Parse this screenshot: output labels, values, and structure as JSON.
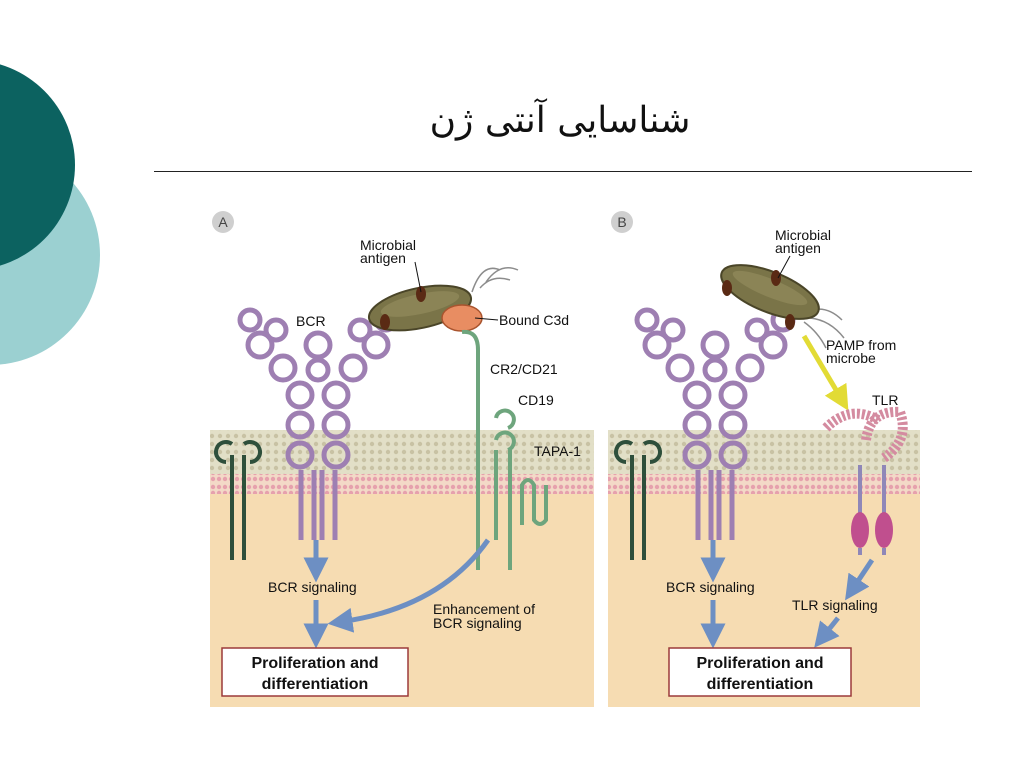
{
  "slide": {
    "title": "شناسایی آنتی ژن",
    "colors": {
      "circle_dark": "#0c6260",
      "circle_light": "#9bd0d1",
      "cytoplasm": "#f6dcb2",
      "membrane_pink": "#e9a7b2",
      "bcr": "#9e7fb2",
      "cr2": "#6ea57d",
      "arrow": "#6d8fc3",
      "pamp_arrow": "#e7e24a",
      "tlr": "#d48ba0"
    }
  },
  "panel_a": {
    "badge": "A",
    "labels": {
      "microbial_antigen": [
        "Microbial",
        "antigen"
      ],
      "bcr": "BCR",
      "bound_c3d": "Bound C3d",
      "cr2": "CR2/CD21",
      "cd19": "CD19",
      "tapa1": "TAPA-1",
      "bcr_signaling": "BCR signaling",
      "enhancement": [
        "Enhancement of",
        "BCR signaling"
      ],
      "outcome": [
        "Proliferation and",
        "differentiation"
      ]
    }
  },
  "panel_b": {
    "badge": "B",
    "labels": {
      "microbial_antigen": [
        "Microbial",
        "antigen"
      ],
      "pamp": [
        "PAMP from",
        "microbe"
      ],
      "tlr": "TLR",
      "bcr_signaling": "BCR signaling",
      "tlr_signaling": "TLR signaling",
      "outcome": [
        "Proliferation and",
        "differentiation"
      ]
    }
  }
}
